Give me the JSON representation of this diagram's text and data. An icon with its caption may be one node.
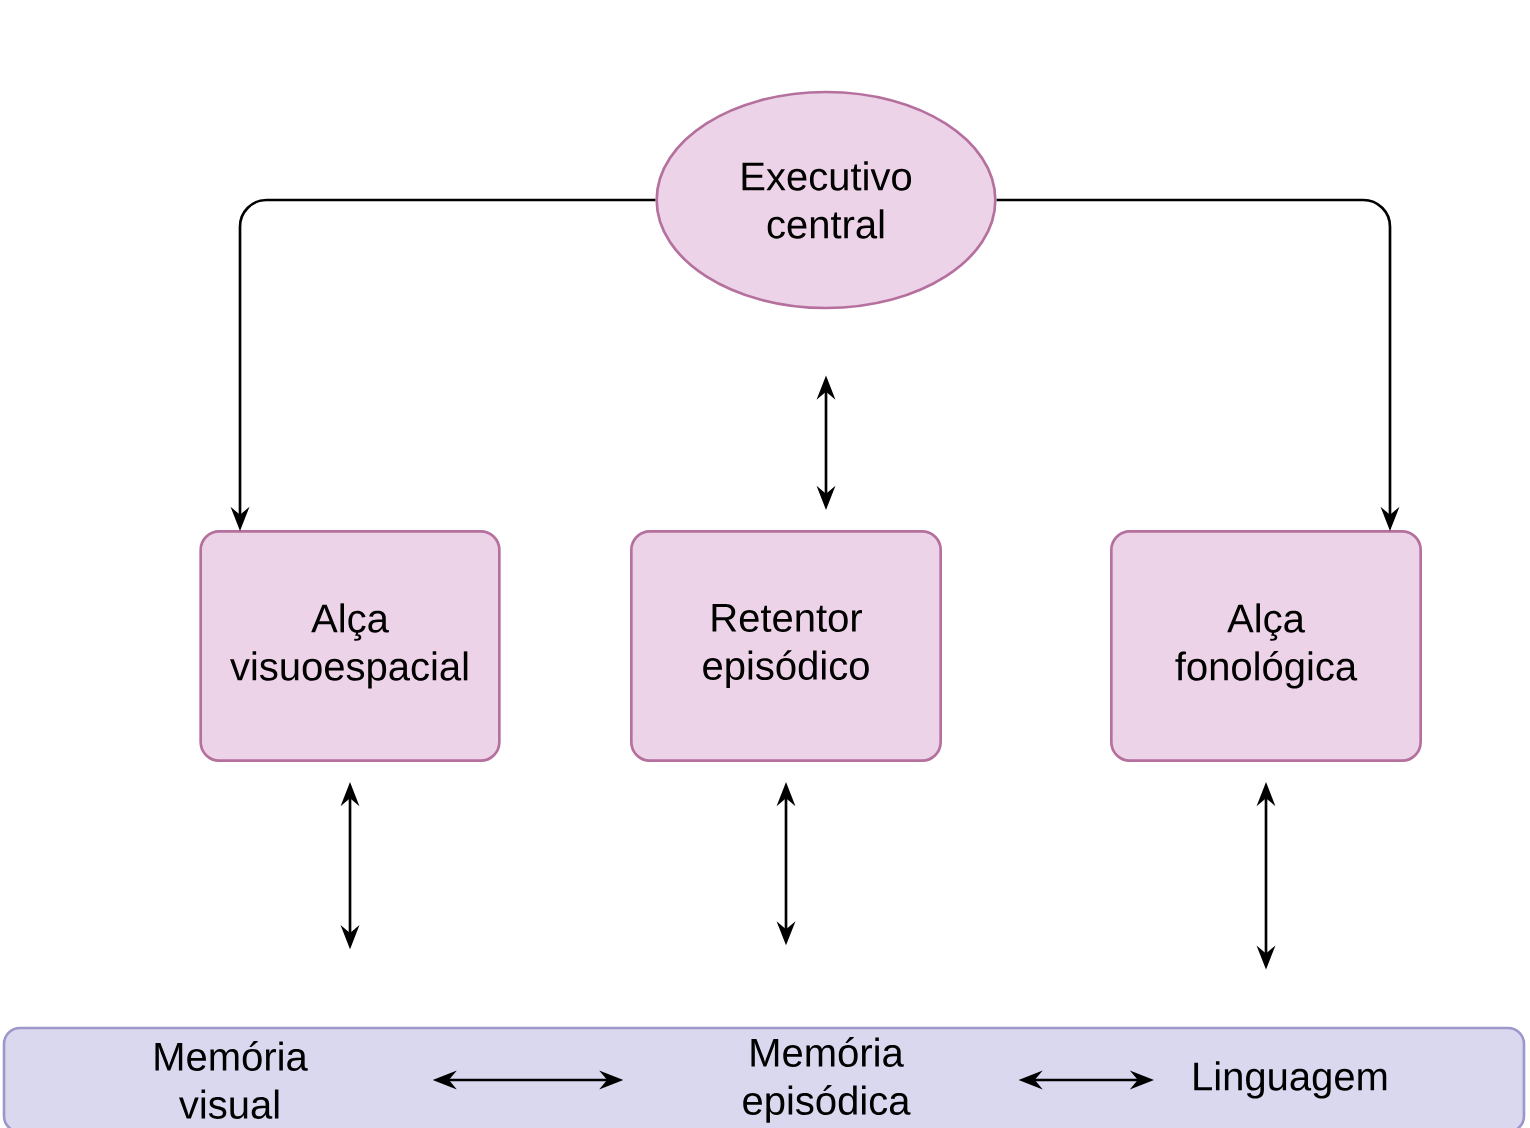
{
  "diagram": {
    "nodes": [
      {
        "text": [
          "Executivo central"
        ]
      },
      {
        "text": [
          "Alça visuoespacial"
        ]
      },
      {
        "text": [
          "Retentor episódico"
        ]
      },
      {
        "text": [
          "Alça fonológica"
        ]
      },
      {
        "text": [],
        "shape": "box"
      },
      {
        "text": [
          "Memória visual"
        ],
        "in": 4
      },
      {
        "text": [
          "Memória episódica"
        ],
        "in": 4
      },
      {
        "text": [
          "Linguagem"
        ],
        "in": 4
      }
    ],
    "edges": [
      {
        "from": 0,
        "to": 1,
        "arrow": "to"
      },
      {
        "from": 0,
        "to": 2,
        "arrow": "both"
      },
      {
        "from": 0,
        "to": 3,
        "arrow": "to"
      },
      {
        "from": 1,
        "to": 5,
        "arrow": "both"
      },
      {
        "from": 2,
        "to": 6,
        "arrow": "both"
      },
      {
        "from": 3,
        "to": 7,
        "arrow": "both"
      },
      {
        "from": 5,
        "to": 6,
        "arrow": "both"
      },
      {
        "from": 6,
        "to": 7,
        "arrow": "both"
      }
    ]
  }
}
